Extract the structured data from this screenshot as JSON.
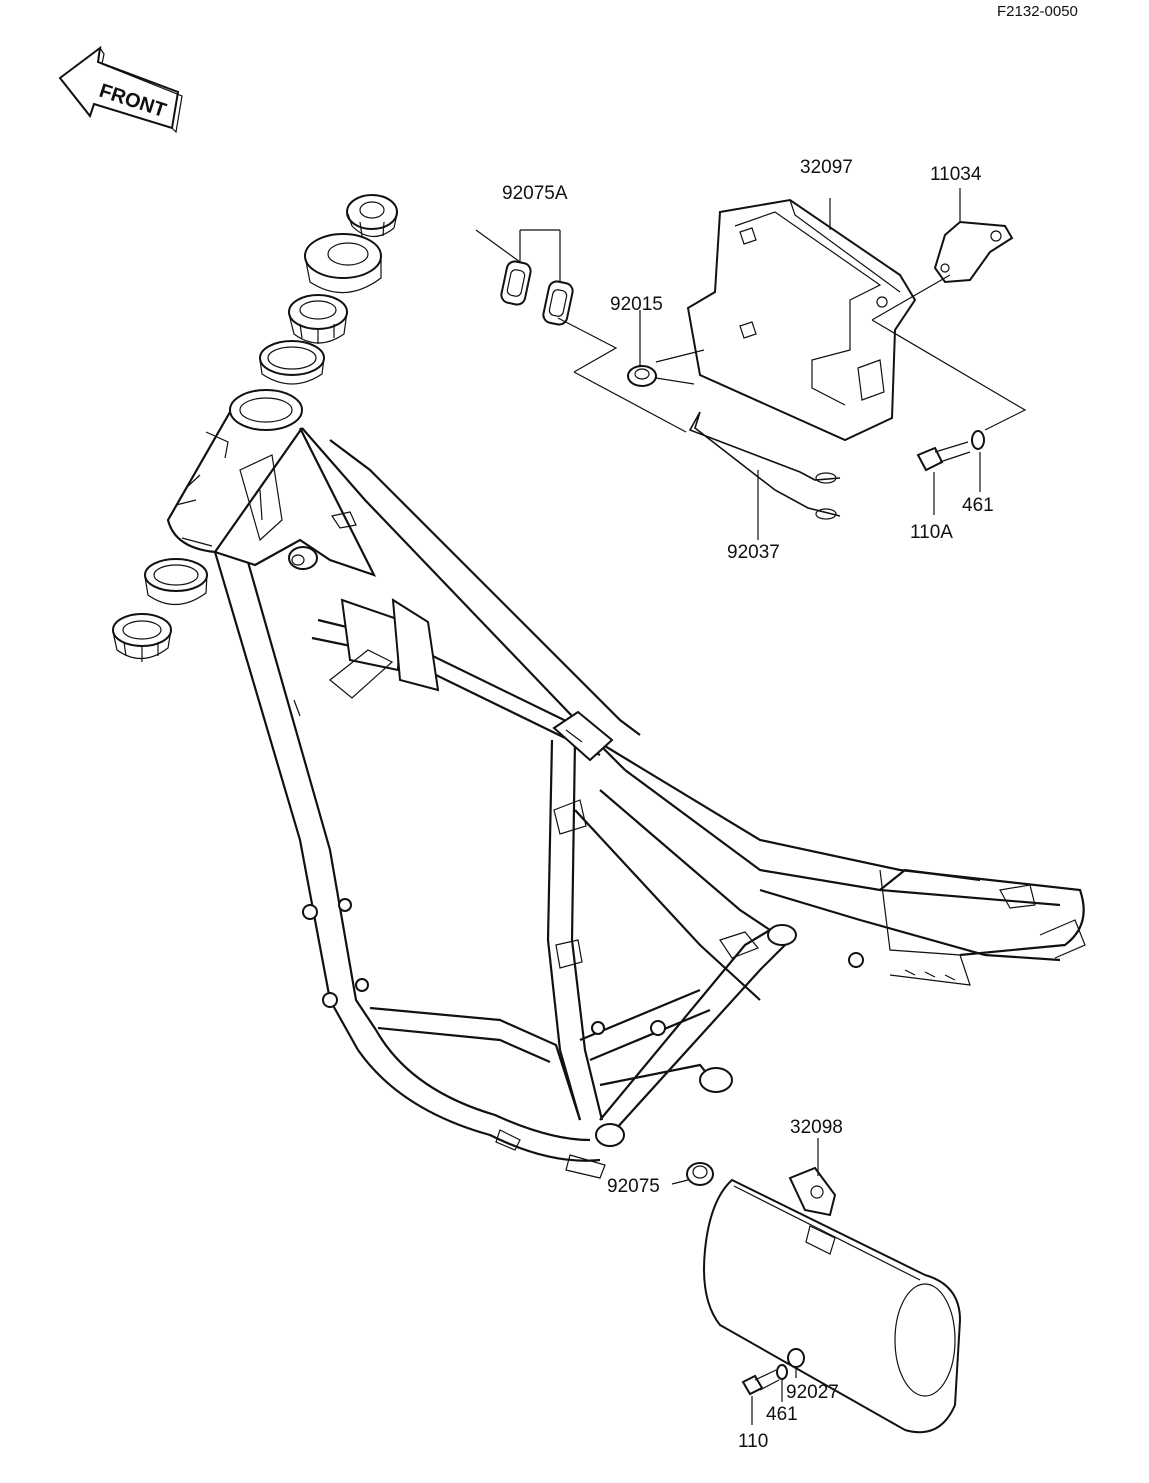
{
  "diagram_code": "F2132-0050",
  "front_arrow": "FRONT",
  "callouts": {
    "p32097": "32097",
    "p11034": "11034",
    "p92075A": "92075A",
    "p92015": "92015",
    "p92037": "92037",
    "p461a": "461",
    "p110A": "110A",
    "p32098": "32098",
    "p92075": "92075",
    "p92027": "92027",
    "p461b": "461",
    "p110": "110"
  }
}
